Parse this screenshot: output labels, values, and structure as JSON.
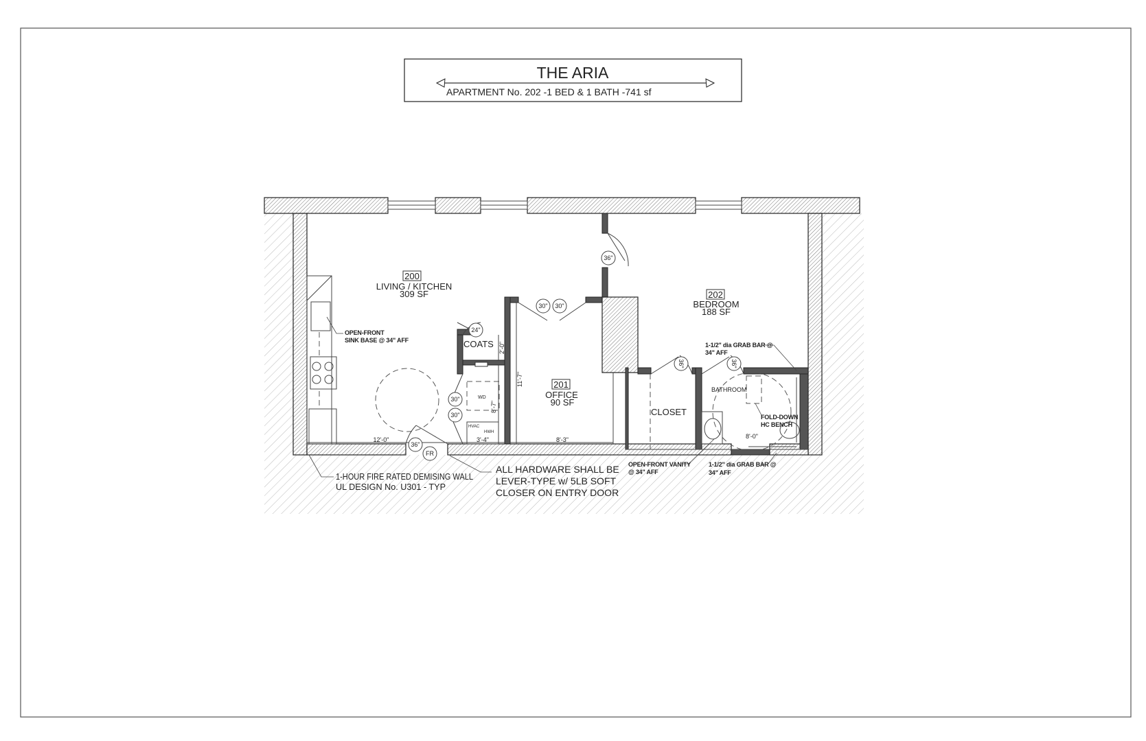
{
  "title": {
    "name": "THE ARIA",
    "subtitle": "APARTMENT No. 202 -1 BED & 1 BATH -741 sf"
  },
  "rooms": [
    {
      "number": "200",
      "name": "LIVING / KITCHEN",
      "area": "309 SF"
    },
    {
      "number": "201",
      "name": "OFFICE",
      "area": "90 SF"
    },
    {
      "number": "202",
      "name": "BEDROOM",
      "area": "188 SF"
    }
  ],
  "labels": {
    "coats": "COATS",
    "closet": "CLOSET",
    "bathroom": "BATHROOM",
    "wd": "WD",
    "hvac": "HVAC",
    "hwh": "HWH",
    "bench_1": "FOLD-DOWN",
    "bench_2": "HC BENCH"
  },
  "notes": {
    "sink_1": "OPEN-FRONT",
    "sink_2": "SINK BASE @ 34\" AFF",
    "wall_1": "1-HOUR FIRE RATED DEMISING WALL",
    "wall_2": "UL DESIGN No. U301 - TYP",
    "hardware_1": "ALL HARDWARE SHALL BE",
    "hardware_2": "LEVER-TYPE w/ 5LB SOFT",
    "hardware_3": "CLOSER ON ENTRY DOOR",
    "grab_top_1": "1-1/2\" dia GRAB BAR @",
    "grab_top_2": "34\" AFF",
    "vanity_1": "OPEN-FRONT VANITY",
    "vanity_2": "@ 34\" AFF",
    "grab_bot_1": "1-1/2\" dia GRAB BAR @",
    "grab_bot_2": "34\" AFF"
  },
  "dimensions": {
    "living_width": "12'-0\"",
    "office_width": "8'-3\"",
    "office_depth": "11'-7\"",
    "coats_depth": "2'-0\"",
    "laundry_depth": "8'-7\"",
    "laundry_width": "3'-4\"",
    "bath_width": "8'-0\""
  },
  "door_tags": {
    "bedroom": "36\"",
    "office_left": "30\"",
    "office_right": "30\"",
    "coats": "24\"",
    "laundry_top": "30\"",
    "laundry_bottom": "30\"",
    "entry": "36\"",
    "entry_rating": "FR",
    "closet": "36\"",
    "bath": "36\""
  }
}
